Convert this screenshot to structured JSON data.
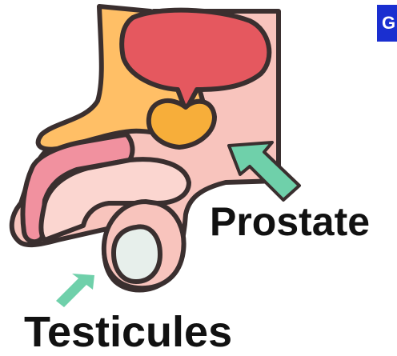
{
  "labels": {
    "prostate": "Prostate",
    "testicules": "Testicules",
    "corner_badge": "G"
  },
  "colors": {
    "outline": "#3a2f2f",
    "bladder": "#e5585f",
    "prostate_gland": "#f7ae3a",
    "skin": "#f8c4bd",
    "skin_light": "#fbd6d0",
    "penis_shaft": "#f1919f",
    "urethra_channel": "#ffbf66",
    "testicle": "#e7efeb",
    "arrow": "#6fd0aa",
    "badge": "#1a2fd0",
    "label_text": "#111111"
  },
  "icons": {
    "arrow_prostate": "arrow-icon",
    "arrow_testicules": "arrow-icon"
  }
}
